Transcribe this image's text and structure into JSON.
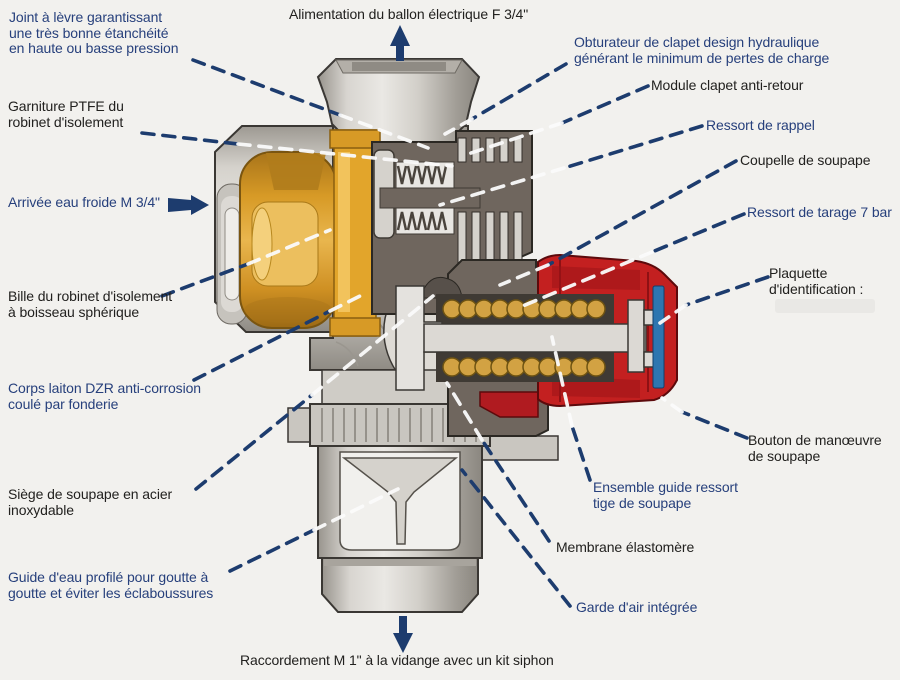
{
  "labels": {
    "joint_levre": {
      "text": "Joint à lèvre garantissant\nune très bonne étanchéité\nen haute ou basse pression",
      "color": "blue"
    },
    "garniture": {
      "text": "Garniture PTFE du\nrobinet d'isolement",
      "color": "black"
    },
    "arrivee": {
      "text": "Arrivée eau froide M 3/4\"",
      "color": "blue"
    },
    "bille": {
      "text": "Bille du robinet d'isolement\nà boisseau sphérique",
      "color": "black"
    },
    "corps": {
      "text": "Corps laiton DZR anti-corrosion\ncoulé par fonderie",
      "color": "blue"
    },
    "siege": {
      "text": "Siège de soupape en acier\ninoxydable",
      "color": "black"
    },
    "guide_eau": {
      "text": "Guide d'eau profilé pour goutte à\ngoutte et éviter les éclaboussures",
      "color": "blue"
    },
    "alimentation": {
      "text": "Alimentation du ballon électrique F 3/4\"",
      "color": "black"
    },
    "obturateur": {
      "text": "Obturateur de clapet design hydraulique\ngénérant le minimum de pertes de charge",
      "color": "blue"
    },
    "module_clapet": {
      "text": "Module clapet anti-retour",
      "color": "black"
    },
    "ressort_rappel": {
      "text": "Ressort de rappel",
      "color": "blue"
    },
    "coupelle": {
      "text": "Coupelle de soupape",
      "color": "black"
    },
    "ressort_tarage": {
      "text": "Ressort de tarage 7 bar",
      "color": "blue"
    },
    "plaquette": {
      "text": "Plaquette\nd'identification :",
      "color": "black"
    },
    "bouton": {
      "text": "Bouton de manœuvre\nde soupape",
      "color": "black"
    },
    "ensemble_guide": {
      "text": "Ensemble guide ressort\ntige de soupape",
      "color": "blue"
    },
    "membrane": {
      "text": "Membrane élastomère",
      "color": "black"
    },
    "garde_air": {
      "text": "Garde d'air intégrée",
      "color": "blue"
    },
    "raccordement": {
      "text": "Raccordement M 1\" à la vidange avec un kit siphon",
      "color": "black"
    }
  },
  "colors": {
    "background": "#f2f1ee",
    "text_blue": "#27407c",
    "text_black": "#22211f",
    "leader_navy": "#1d3c6e",
    "leader_white": "#fbfbfb",
    "arrow_navy": "#1d3c6e",
    "body_gray": "#d2cfc9",
    "module_dark": "#6f665e",
    "gold_brass": "#d79a26",
    "garniture_gold": "#e2a52b",
    "coil_gold": "#d2a243",
    "knob_red": "#c32020",
    "knob_red_dark": "#8e1114",
    "id_plate_blue": "#2d76b0"
  },
  "icons": {
    "flow_arrow_up": "up-arrow",
    "flow_arrow_right": "right-arrow",
    "flow_arrow_down": "down-arrow"
  }
}
